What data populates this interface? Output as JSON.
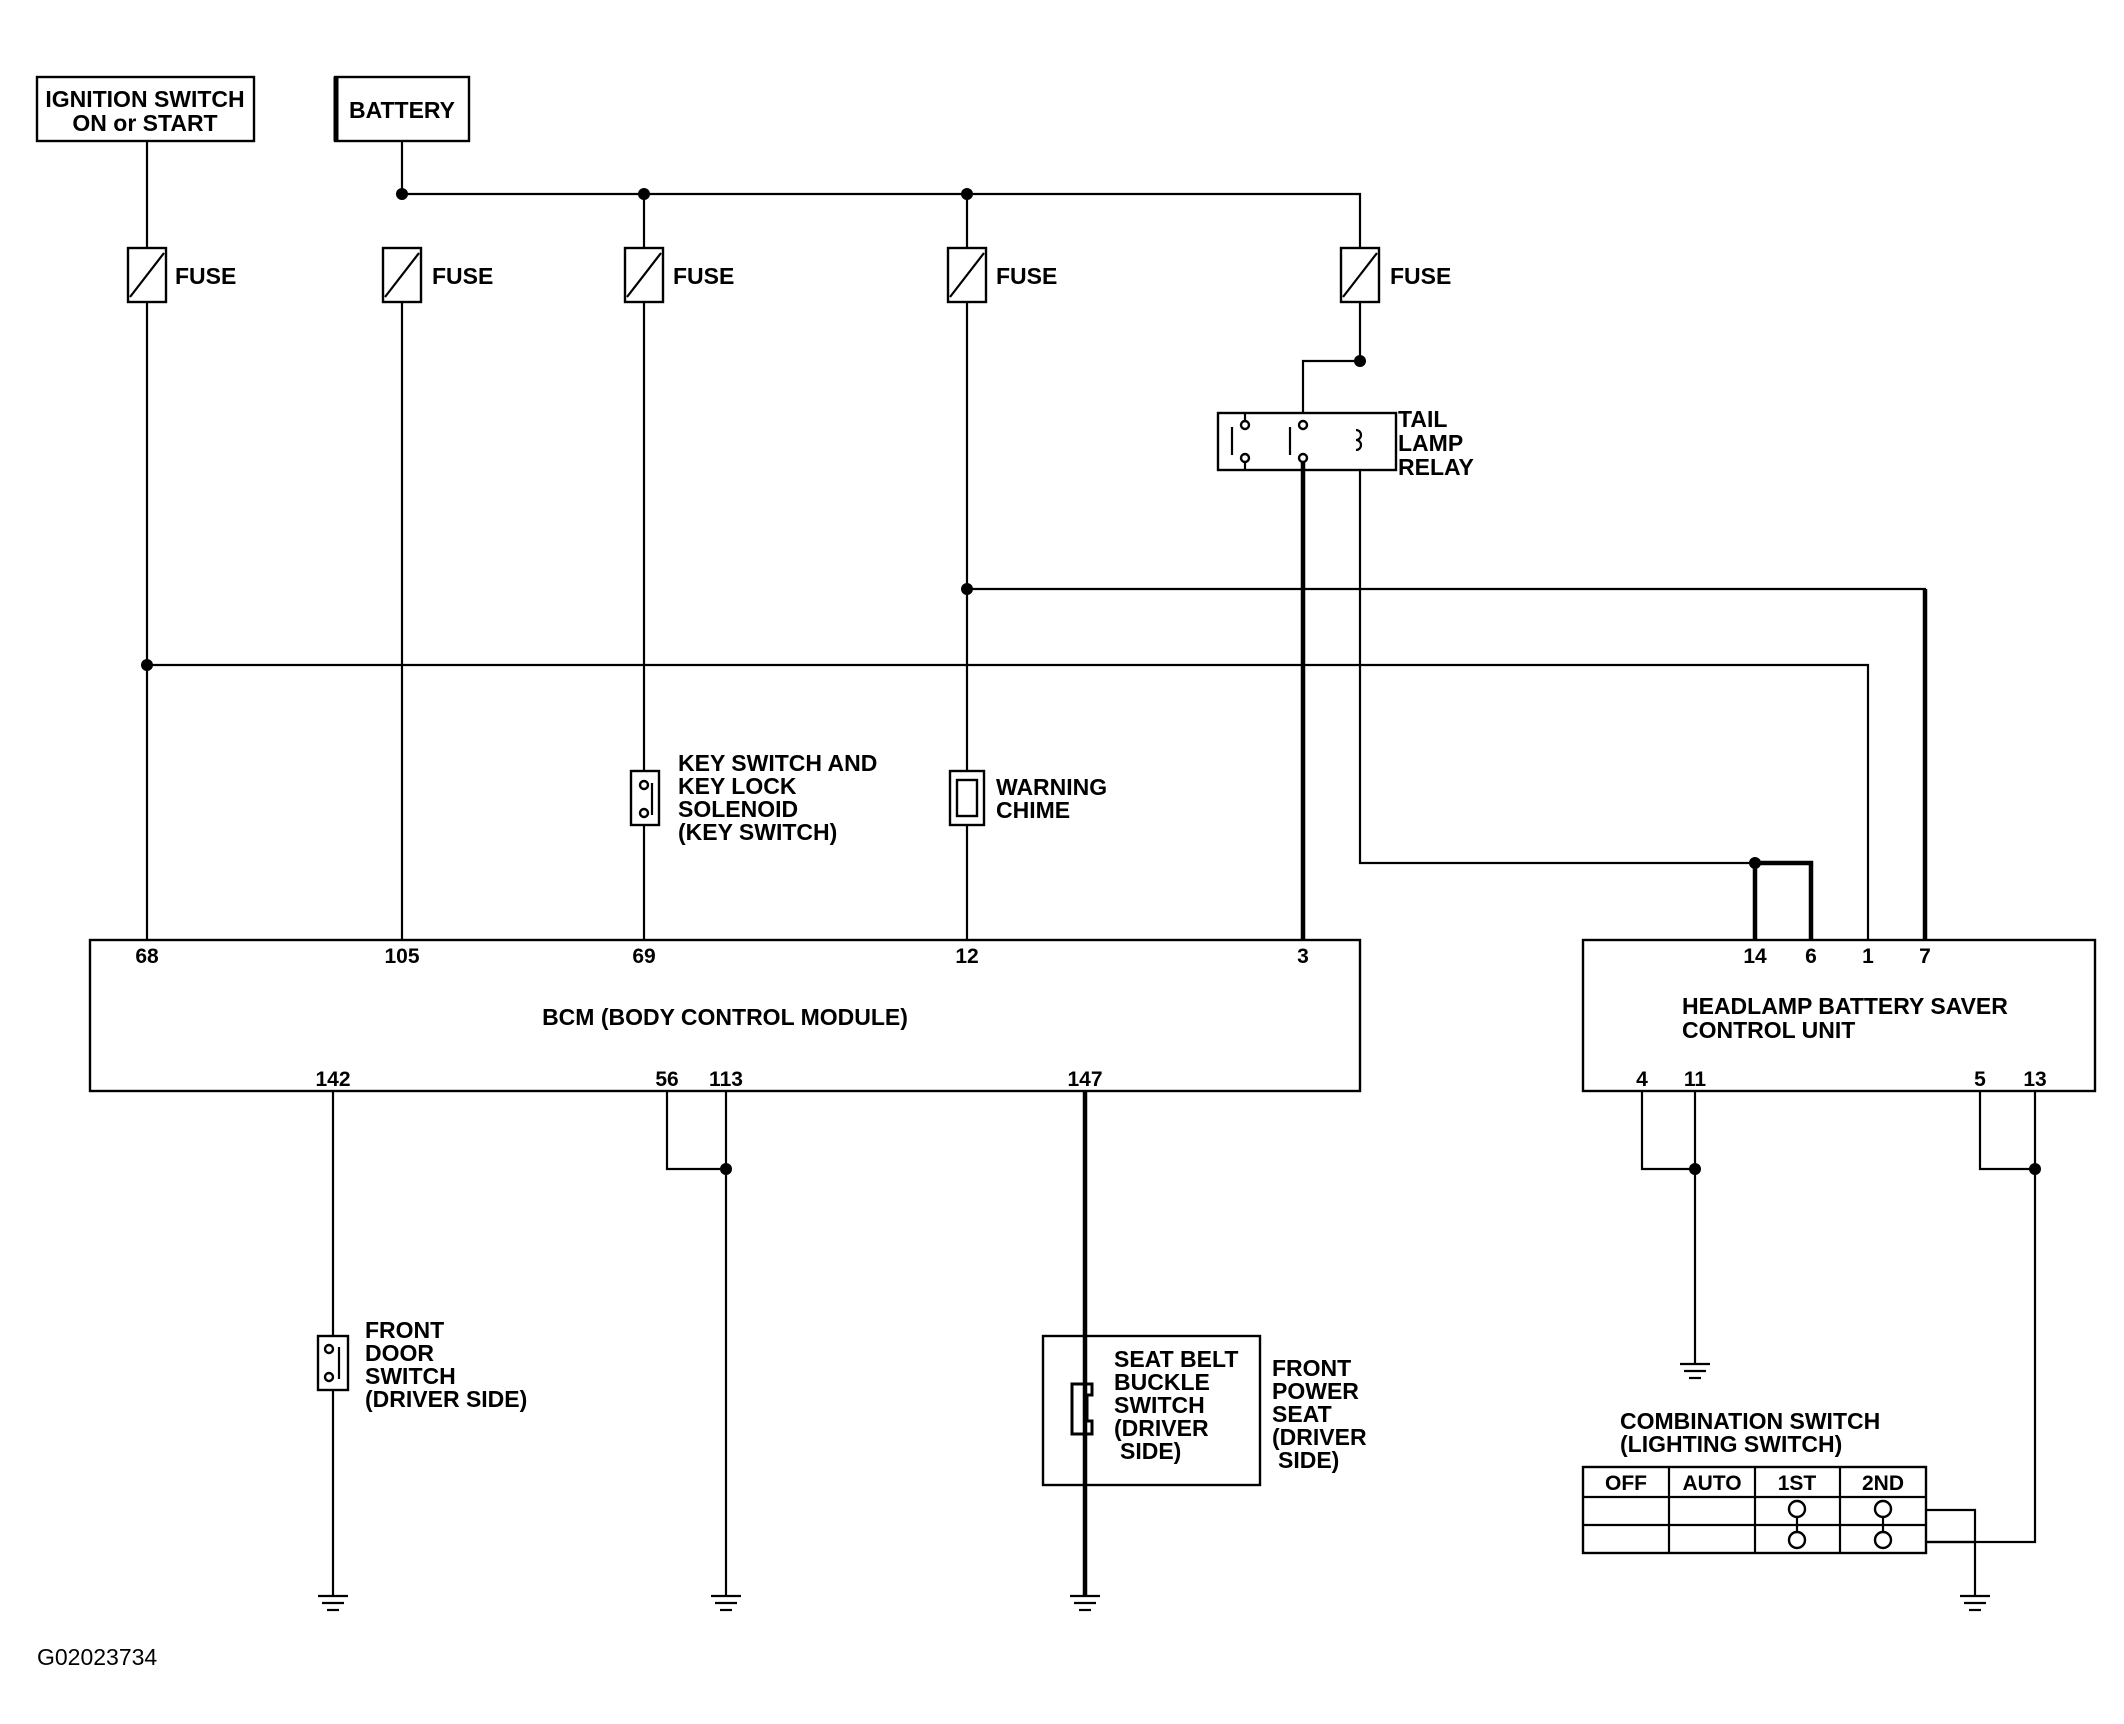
{
  "labels": {
    "ignition_line1": "IGNITION SWITCH",
    "ignition_line2": "ON or START",
    "battery": "BATTERY",
    "fuse": "FUSE",
    "tail_lamp_relay_line1": "TAIL",
    "tail_lamp_relay_line2": "LAMP",
    "tail_lamp_relay_line3": "RELAY",
    "key_switch_line1": "KEY SWITCH AND",
    "key_switch_line2": "KEY LOCK",
    "key_switch_line3": "SOLENOID",
    "key_switch_line4": "(KEY SWITCH)",
    "warning_chime_line1": "WARNING",
    "warning_chime_line2": "CHIME",
    "bcm": "BCM (BODY CONTROL MODULE)",
    "hbs_line1": "HEADLAMP BATTERY SAVER",
    "hbs_line2": "CONTROL UNIT",
    "front_door_line1": "FRONT",
    "front_door_line2": "DOOR",
    "front_door_line3": "SWITCH",
    "front_door_line4": "(DRIVER SIDE)",
    "seat_belt_line1": "SEAT BELT",
    "seat_belt_line2": "BUCKLE",
    "seat_belt_line3": "SWITCH",
    "seat_belt_line4": "(DRIVER",
    "seat_belt_line5": "SIDE)",
    "power_seat_line1": "FRONT",
    "power_seat_line2": "POWER",
    "power_seat_line3": "SEAT",
    "power_seat_line4": "(DRIVER",
    "power_seat_line5": "SIDE)",
    "combo_line1": "COMBINATION SWITCH",
    "combo_line2": "(LIGHTING SWITCH)",
    "figure_id": "G02023734"
  },
  "bcm_pins": {
    "p68": "68",
    "p105": "105",
    "p69": "69",
    "p12": "12",
    "p3": "3",
    "p142": "142",
    "p56": "56",
    "p113": "113",
    "p147": "147"
  },
  "hbs_pins": {
    "p14": "14",
    "p6": "6",
    "p1": "1",
    "p7": "7",
    "p4": "4",
    "p11": "11",
    "p5": "5",
    "p13": "13"
  },
  "combo_positions": {
    "off": "OFF",
    "auto": "AUTO",
    "first": "1ST",
    "second": "2ND"
  }
}
